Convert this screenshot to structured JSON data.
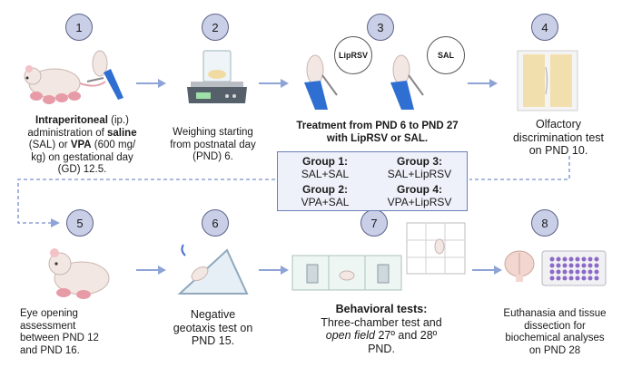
{
  "steps": [
    "1",
    "2",
    "3",
    "4",
    "5",
    "6",
    "7",
    "8"
  ],
  "captions": {
    "step1": {
      "line1_bold": "Intraperitoneal",
      "line1_rest": " (ip.)",
      "line2_pre": "administration of ",
      "line2_bold": "saline",
      "line3_pre": "(SAL) or ",
      "line3_bold": "VPA",
      "line3_rest": " (600 mg/",
      "line4": "kg) on gestational day",
      "line5": "(GD) 12.5."
    },
    "step2": [
      "Weighing starting",
      "from postnatal day",
      "(PND) 6."
    ],
    "step3": [
      "Treatment from PND 6 to PND 27",
      "with LipRSV or SAL."
    ],
    "step4": [
      "Olfactory",
      "discrimination test",
      "on PND 10."
    ],
    "step5": [
      "Eye opening",
      "assessment",
      "between PND 12",
      "and PND 16."
    ],
    "step6": [
      "Negative",
      "geotaxis test on",
      "PND 15."
    ],
    "step7": {
      "title": "Behavioral tests:",
      "line2": "Three-chamber test and",
      "line3_italic": "open field",
      "line3_rest": "  27º and 28º",
      "line4": "PND."
    },
    "step8": [
      "Euthanasia and tissue",
      "dissection for",
      "biochemical analyses",
      "on PND 28"
    ]
  },
  "bubbles": {
    "liprsv": "LipRSV",
    "sal": "SAL"
  },
  "groups": [
    {
      "title": "Group 1:",
      "value": "SAL+SAL"
    },
    {
      "title": "Group 3:",
      "value": "SAL+LipRSV"
    },
    {
      "title": "Group 2:",
      "value": "VPA+SAL"
    },
    {
      "title": "Group 4:",
      "value": "VPA+LipRSV"
    }
  ],
  "colors": {
    "step_fill": "#c9cfe6",
    "step_border": "#5b6188",
    "arrow": "#8ea3d6",
    "box_border": "#6b7fb8"
  }
}
